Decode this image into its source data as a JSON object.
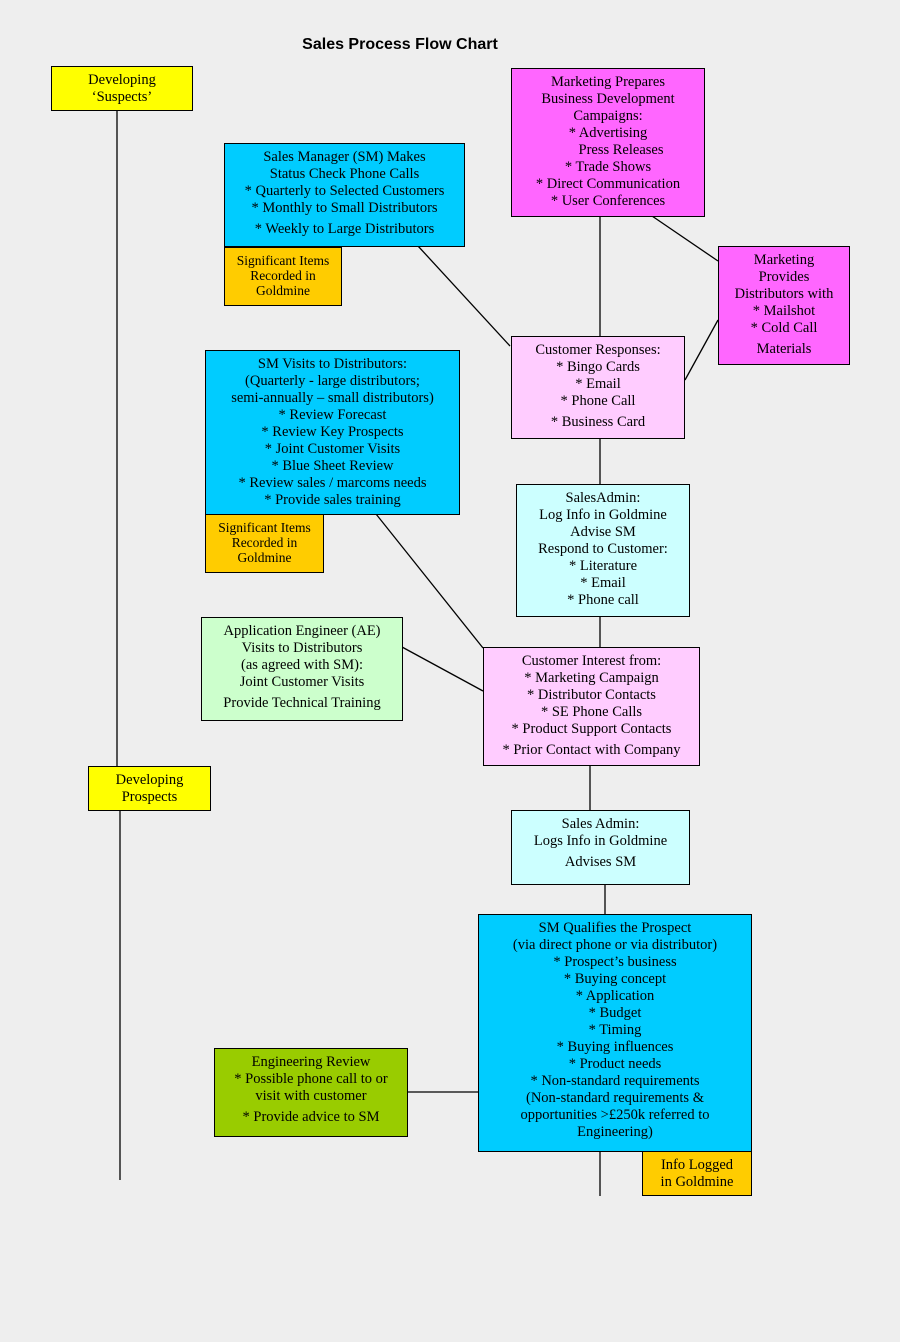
{
  "title": "Sales Process Flow Chart",
  "nodes": {
    "developing_suspects": [
      "Developing",
      "‘Suspects’"
    ],
    "marketing_prepares": [
      "Marketing Prepares",
      "Business Development",
      "Campaigns:",
      "* Advertising",
      "Press Releases",
      "* Trade Shows",
      "* Direct Communication",
      "* User Conferences"
    ],
    "sm_status_calls": [
      "Sales Manager (SM) Makes",
      "Status Check Phone Calls",
      "* Quarterly to Selected Customers",
      "* Monthly to Small Distributors",
      "* Weekly to Large Distributors"
    ],
    "sig_items_1": [
      "Significant Items",
      "Recorded in",
      "Goldmine"
    ],
    "marketing_provides": [
      "Marketing",
      "Provides",
      "Distributors with",
      "* Mailshot",
      "* Cold Call",
      "Materials"
    ],
    "customer_responses": [
      "Customer Responses:",
      "* Bingo Cards",
      "* Email",
      "* Phone Call",
      "* Business Card"
    ],
    "sm_visits": [
      "SM Visits to Distributors:",
      "(Quarterly - large distributors;",
      "semi-annually – small distributors)",
      "* Review Forecast",
      "* Review Key Prospects",
      "* Joint Customer Visits",
      "* Blue Sheet Review",
      "* Review sales / marcoms needs",
      "* Provide sales training"
    ],
    "sig_items_2": [
      "Significant Items",
      "Recorded in",
      "Goldmine"
    ],
    "sales_admin_1": [
      "SalesAdmin:",
      "Log Info in Goldmine",
      "Advise SM",
      "Respond to Customer:",
      "* Literature",
      "* Email",
      "* Phone call"
    ],
    "app_engineer": [
      "Application Engineer (AE)",
      "Visits to Distributors",
      "(as agreed with SM):",
      "Joint Customer Visits",
      "Provide Technical Training"
    ],
    "customer_interest": [
      "Customer Interest from:",
      "* Marketing Campaign",
      "* Distributor Contacts",
      "* SE Phone Calls",
      "* Product Support Contacts",
      "* Prior Contact with Company"
    ],
    "developing_prospects": [
      "Developing",
      "Prospects"
    ],
    "sales_admin_2": [
      "Sales Admin:",
      "Logs Info in Goldmine",
      "Advises SM"
    ],
    "sm_qualifies": [
      "SM Qualifies the Prospect",
      "(via direct phone or via distributor)",
      "* Prospect’s business",
      "* Buying concept",
      "* Application",
      "* Budget",
      "* Timing",
      "* Buying influences",
      "* Product needs",
      "* Non-standard requirements",
      "(Non-standard requirements &",
      "opportunities >£250k referred to",
      "Engineering)"
    ],
    "engineering_review": [
      "Engineering Review",
      "* Possible phone call to or",
      "visit with customer",
      "* Provide advice to SM"
    ],
    "info_logged": [
      "Info Logged",
      "in Goldmine"
    ]
  }
}
